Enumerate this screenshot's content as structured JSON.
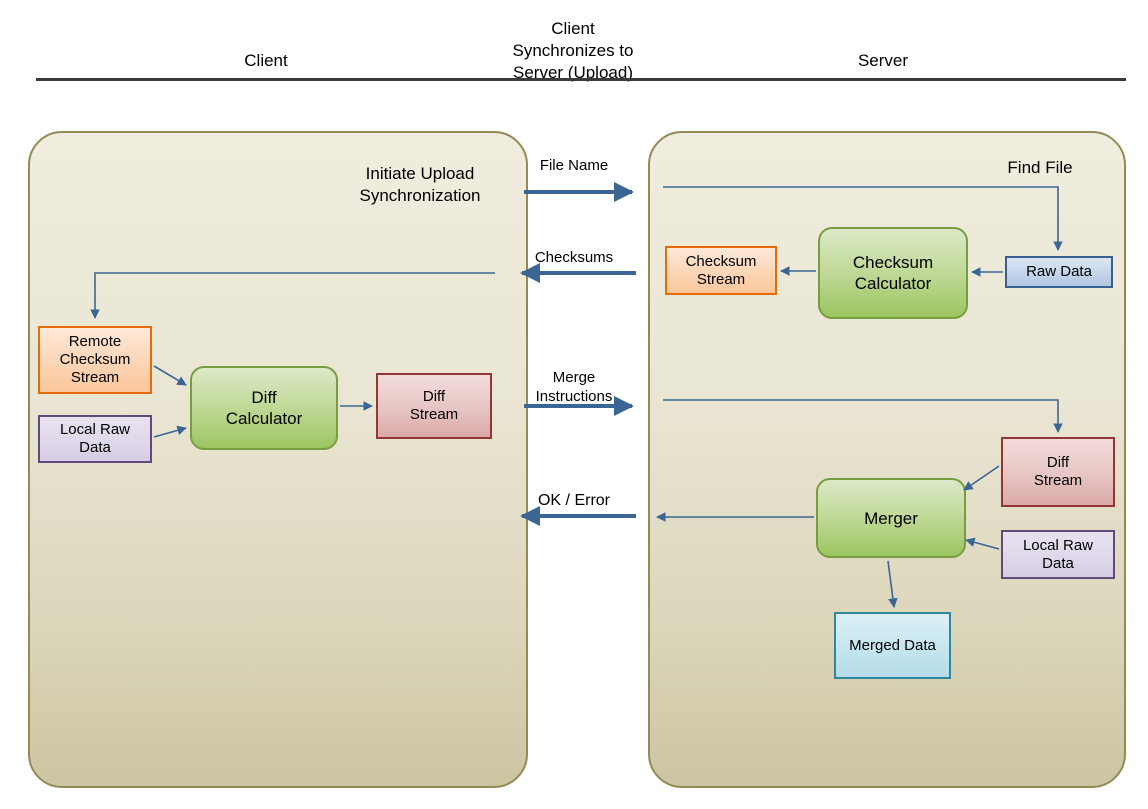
{
  "diagram": {
    "title": "Client Synchronizes to Server (Upload)",
    "headers": {
      "client": "Client",
      "center": "Client\nSynchronizes to\nServer (Upload)",
      "center_line1": "Client",
      "center_line2": "Synchronizes to",
      "center_line3": "Server (Upload)",
      "server": "Server"
    },
    "colors": {
      "panel_border": "#948A54",
      "panel_fill_top": "#F0EDDF",
      "panel_fill_bottom": "#CCC5A2",
      "arrow": "#3B6693",
      "orange_border": "#E36C09",
      "orange_fill": "#FBD5B5",
      "purple_border": "#604A7B",
      "purple_fill": "#DFD8EA",
      "green_border": "#769E41",
      "green_fill": "#C3DA9B",
      "red_border": "#943634",
      "red_fill": "#E6C5C3",
      "blue_border": "#376092",
      "blue_fill": "#C3D5EA",
      "cyan_border": "#31859C",
      "cyan_fill": "#C5E6EF",
      "rule": "#3A3A3A"
    },
    "client_panel": {
      "title_line1": "Initiate Upload",
      "title_line2": "Synchronization",
      "nodes": {
        "remote_checksum_stream": "Remote\nChecksum\nStream",
        "remote_checksum_stream_l1": "Remote",
        "remote_checksum_stream_l2": "Checksum",
        "remote_checksum_stream_l3": "Stream",
        "local_raw_data_l1": "Local Raw",
        "local_raw_data_l2": "Data",
        "diff_calculator_l1": "Diff",
        "diff_calculator_l2": "Calculator",
        "diff_stream_l1": "Diff",
        "diff_stream_l2": "Stream"
      }
    },
    "server_panel": {
      "title": "Find File",
      "nodes": {
        "checksum_stream_l1": "Checksum",
        "checksum_stream_l2": "Stream",
        "checksum_calculator_l1": "Checksum",
        "checksum_calculator_l2": "Calculator",
        "raw_data": "Raw Data",
        "diff_stream_l1": "Diff",
        "diff_stream_l2": "Stream",
        "local_raw_data_l1": "Local Raw",
        "local_raw_data_l2": "Data",
        "merger": "Merger",
        "merged_data": "Merged Data"
      }
    },
    "channels": [
      {
        "label": "File Name",
        "direction": "client-to-server"
      },
      {
        "label": "Checksums",
        "direction": "server-to-client"
      },
      {
        "label_line1": "Merge",
        "label_line2": "Instructions",
        "direction": "client-to-server"
      },
      {
        "label": "OK / Error",
        "direction": "server-to-client"
      }
    ],
    "channel_labels": {
      "file_name": "File Name",
      "checksums": "Checksums",
      "merge_l1": "Merge",
      "merge_l2": "Instructions",
      "ok_error": "OK / Error"
    }
  }
}
